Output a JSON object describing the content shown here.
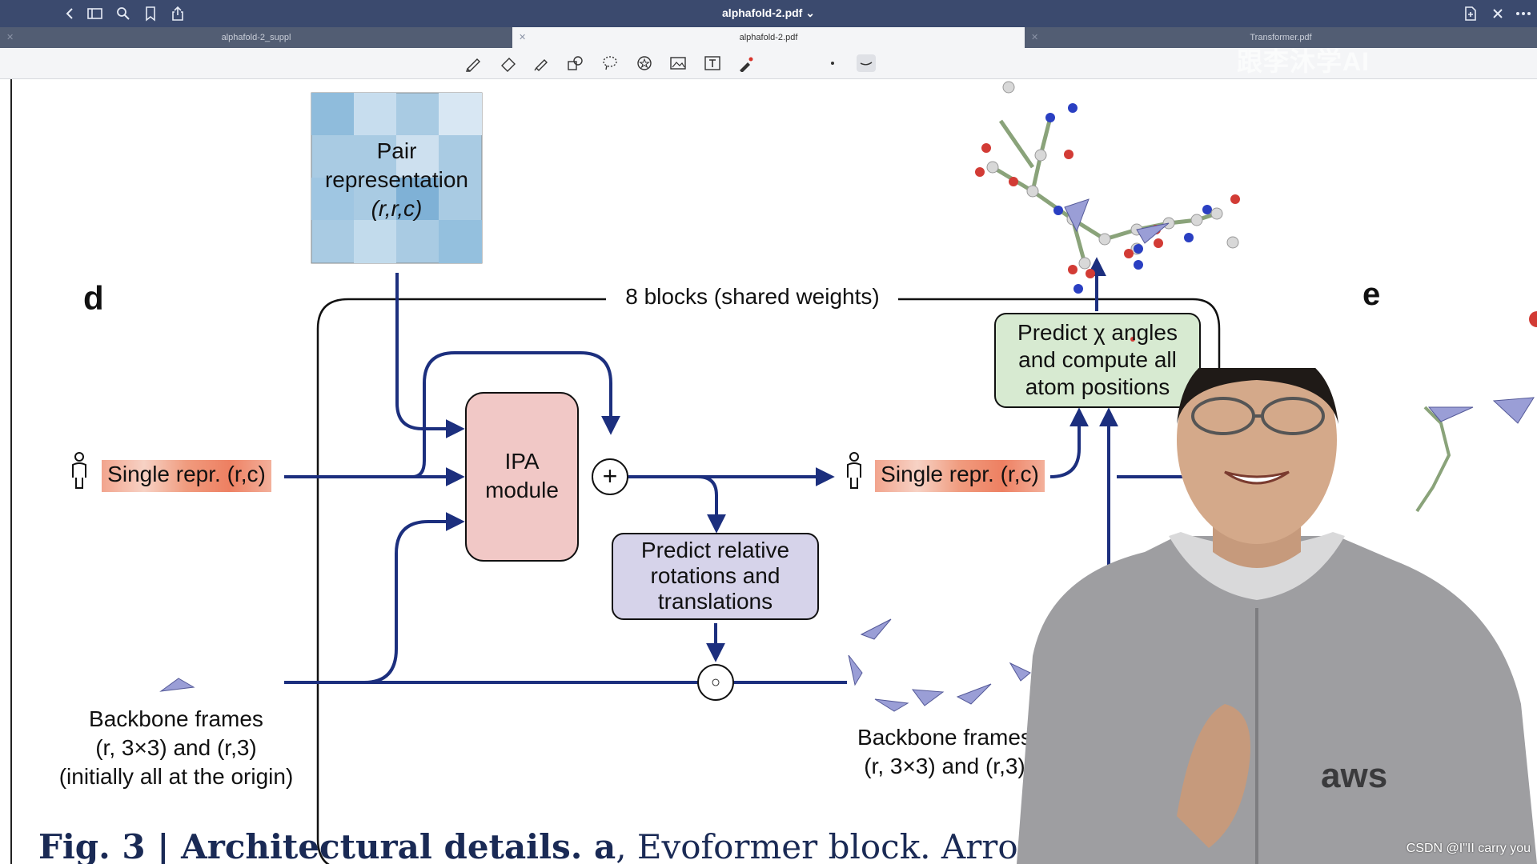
{
  "window": {
    "title": "alphafold-2.pdf ⌄"
  },
  "tabs": [
    {
      "label": "alphafold-2_suppl",
      "active": false
    },
    {
      "label": "alphafold-2.pdf",
      "active": true
    },
    {
      "label": "Transformer.pdf",
      "active": false
    }
  ],
  "toolbar": {
    "tools": [
      "pen-icon",
      "eraser-icon",
      "highlighter-icon",
      "shapes-icon",
      "lasso-icon",
      "sticker-icon",
      "image-icon",
      "text-icon",
      "laser-pointer-icon",
      "dot-icon",
      "curve-icon"
    ]
  },
  "figure": {
    "panel_d_letter": "d",
    "panel_e_letter": "e",
    "pair_repr": {
      "line1": "Pair",
      "line2": "representation",
      "line3": "(r,r,c)"
    },
    "blocks_label": "8 blocks (shared weights)",
    "single_repr_in": "Single repr. (r,c)",
    "single_repr_out": "Single repr. (r,c)",
    "ipa": {
      "line1": "IPA",
      "line2": "module"
    },
    "plus_symbol": "+",
    "compose_symbol": "○",
    "predict_rot": {
      "line1": "Predict relative",
      "line2": "rotations and",
      "line3": "translations"
    },
    "predict_chi": {
      "line1": "Predict χ angles",
      "line2": "and compute all",
      "line3": "atom positions"
    },
    "backbone_in": {
      "line1": "Backbone frames",
      "line2": "(r, 3×3) and (r,3)",
      "line3": "(initially all at the origin)"
    },
    "backbone_out": {
      "line1": "Backbone frames",
      "line2": "(r, 3×3) and (r,3)"
    }
  },
  "caption": {
    "bold": "Fig. 3 | Architectural details. a",
    "rest": ", Evoformer block. Arrows show th"
  },
  "overlays": {
    "watermark": "CSDN @I\"II  carry  you",
    "channel_logo": "跟李沐学AI",
    "shirt_logo": "aws"
  },
  "colors": {
    "arrow": "#1c2f7e",
    "ipa_fill": "#f1c8c6",
    "rot_fill": "#d6d3ea",
    "chi_fill": "#d7ead1",
    "titlebar": "#3b4a6e"
  }
}
